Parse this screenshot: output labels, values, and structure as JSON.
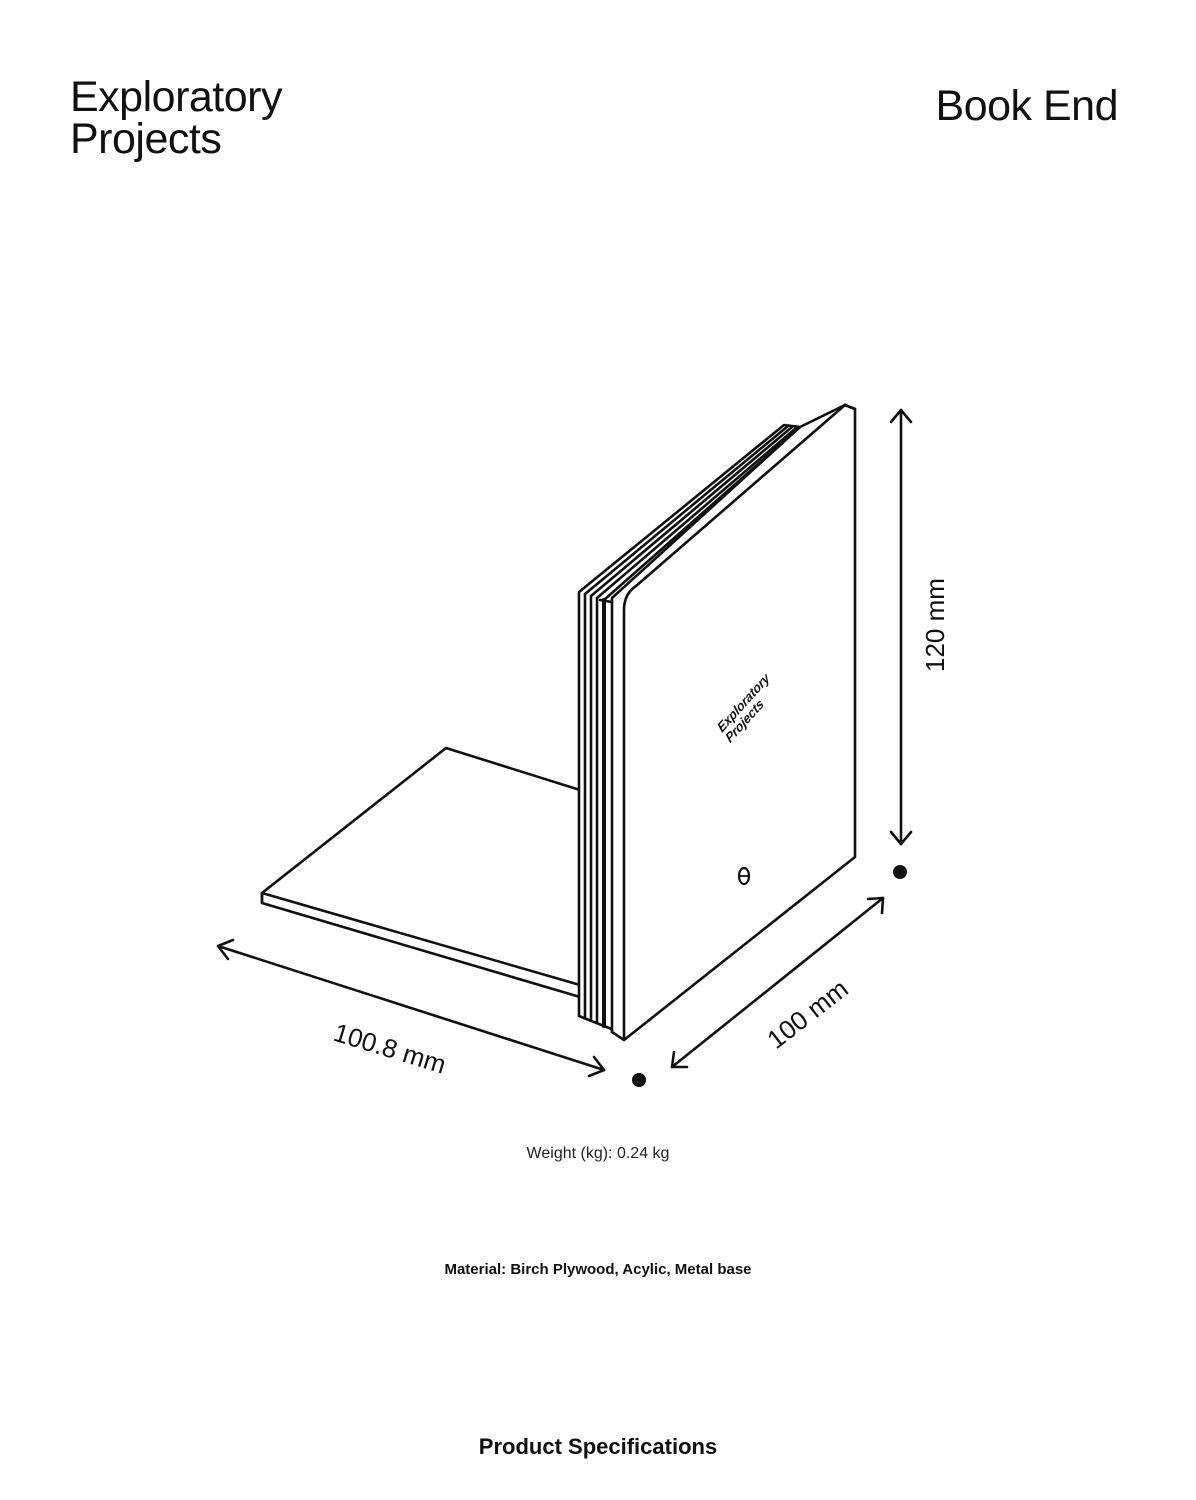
{
  "header": {
    "brand_line1": "Exploratory",
    "brand_line2": "Projects",
    "product_title": "Book End"
  },
  "drawing": {
    "engraving_line1": "Exploratory",
    "engraving_line2": "Projects",
    "dimensions": {
      "height": "120 mm",
      "depth": "100 mm",
      "width": "100.8 mm"
    },
    "line_color": "#111111"
  },
  "specs": {
    "weight": "Weight (kg): 0.24 kg",
    "material": "Material: Birch Plywood, Acylic, Metal base"
  },
  "footer": {
    "title": "Product Specifications"
  }
}
